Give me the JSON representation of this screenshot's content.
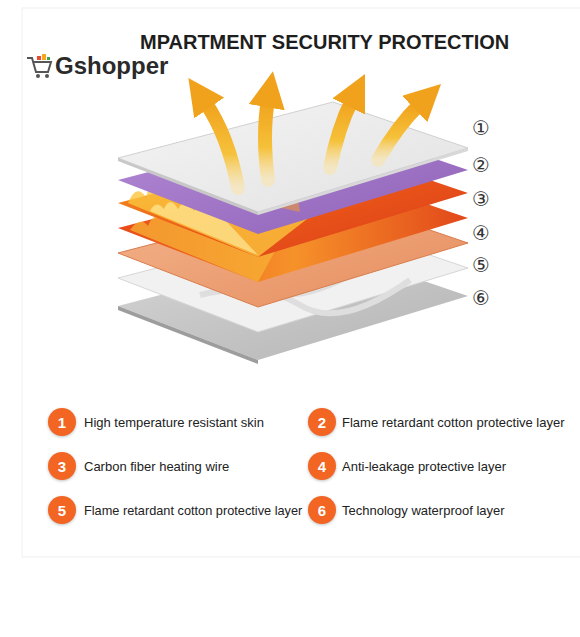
{
  "diagram": {
    "title": "MPARTMENT SECURITY PROTECTION",
    "nodes": [
      {
        "text": [
          "1"
        ]
      },
      {
        "text": [
          "2"
        ]
      },
      {
        "text": [
          "3"
        ]
      },
      {
        "text": [
          "4"
        ]
      },
      {
        "text": [
          "5"
        ]
      },
      {
        "text": [
          "6"
        ]
      }
    ],
    "labels": [
      "①",
      "②",
      "③",
      "④",
      "⑤",
      "⑥",
      "High temperature resistant skin",
      "Flame retardant cotton protective layer",
      "Carbon fiber heating wire",
      "Anti-leakage protective layer",
      "Flame retardant cotton protective layer",
      "Technology waterproof layer",
      "Gshopper"
    ]
  }
}
